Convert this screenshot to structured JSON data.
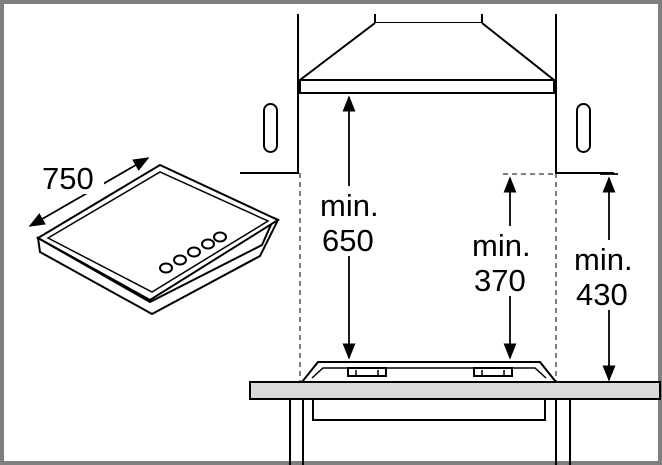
{
  "hob_width_label": "750",
  "dimensions": [
    {
      "line1": "min.",
      "line2": "650"
    },
    {
      "line1": "min.",
      "line2": "370"
    },
    {
      "line1": "min.",
      "line2": "430"
    }
  ],
  "colors": {
    "frame": "#7f7f7f",
    "countertop": "#d9d9d9",
    "line": "#000000"
  }
}
